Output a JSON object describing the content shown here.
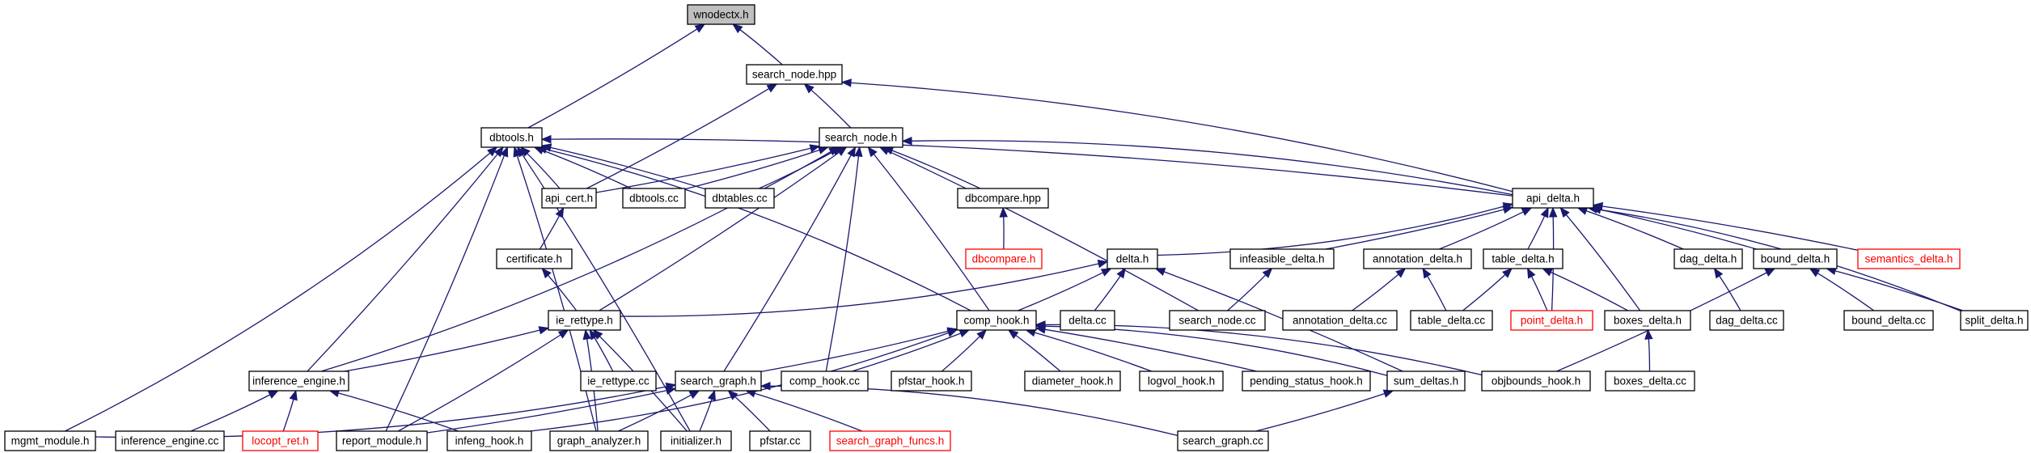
{
  "nodes": [
    {
      "id": "wnodectx",
      "label": "wnodectx.h",
      "kind": "root"
    },
    {
      "id": "search_node_hpp",
      "label": "search_node.hpp"
    },
    {
      "id": "dbtools_h",
      "label": "dbtools.h"
    },
    {
      "id": "search_node_h",
      "label": "search_node.h"
    },
    {
      "id": "api_cert",
      "label": "api_cert.h"
    },
    {
      "id": "dbtools_cc",
      "label": "dbtools.cc"
    },
    {
      "id": "dbtables",
      "label": "dbtables.cc"
    },
    {
      "id": "dbcompare_hpp",
      "label": "dbcompare.hpp"
    },
    {
      "id": "api_delta",
      "label": "api_delta.h"
    },
    {
      "id": "certificate",
      "label": "certificate.h"
    },
    {
      "id": "dbcompare_h",
      "label": "dbcompare.h",
      "kind": "undoc"
    },
    {
      "id": "delta_h",
      "label": "delta.h"
    },
    {
      "id": "infeasible",
      "label": "infeasible_delta.h"
    },
    {
      "id": "annotation",
      "label": "annotation_delta.h"
    },
    {
      "id": "table_delta_h",
      "label": "table_delta.h"
    },
    {
      "id": "dag_delta_h",
      "label": "dag_delta.h"
    },
    {
      "id": "bound_delta_h",
      "label": "bound_delta.h"
    },
    {
      "id": "semantics",
      "label": "semantics_delta.h",
      "kind": "undoc"
    },
    {
      "id": "ie_rettype",
      "label": "ie_rettype.h"
    },
    {
      "id": "comp_hook",
      "label": "comp_hook.h"
    },
    {
      "id": "delta_cc",
      "label": "delta.cc"
    },
    {
      "id": "search_node_cc",
      "label": "search_node.cc"
    },
    {
      "id": "annotation_cc",
      "label": "annotation_delta.cc"
    },
    {
      "id": "table_delta_cc",
      "label": "table_delta.cc"
    },
    {
      "id": "point_delta",
      "label": "point_delta.h",
      "kind": "undoc"
    },
    {
      "id": "boxes_delta_h",
      "label": "boxes_delta.h"
    },
    {
      "id": "dag_delta_cc",
      "label": "dag_delta.cc"
    },
    {
      "id": "bound_delta_cc",
      "label": "bound_delta.cc"
    },
    {
      "id": "split_delta",
      "label": "split_delta.h"
    },
    {
      "id": "inference_engine_h",
      "label": "inference_engine.h"
    },
    {
      "id": "ie_rettype_cc",
      "label": "ie_rettype.cc"
    },
    {
      "id": "search_graph_h",
      "label": "search_graph.h"
    },
    {
      "id": "comp_hook_cc",
      "label": "comp_hook.cc"
    },
    {
      "id": "pfstar_hook",
      "label": "pfstar_hook.h"
    },
    {
      "id": "diameter_hook",
      "label": "diameter_hook.h"
    },
    {
      "id": "logvol_hook",
      "label": "logvol_hook.h"
    },
    {
      "id": "pending_status",
      "label": "pending_status_hook.h"
    },
    {
      "id": "sum_deltas",
      "label": "sum_deltas.h"
    },
    {
      "id": "objbounds_hook",
      "label": "objbounds_hook.h"
    },
    {
      "id": "boxes_delta_cc",
      "label": "boxes_delta.cc"
    },
    {
      "id": "mgmt_module",
      "label": "mgmt_module.h"
    },
    {
      "id": "inference_engine_cc",
      "label": "inference_engine.cc"
    },
    {
      "id": "locopt_ret",
      "label": "locopt_ret.h",
      "kind": "undoc"
    },
    {
      "id": "report_module",
      "label": "report_module.h"
    },
    {
      "id": "infeng_hook",
      "label": "infeng_hook.h"
    },
    {
      "id": "graph_analyzer",
      "label": "graph_analyzer.h"
    },
    {
      "id": "initializer",
      "label": "initializer.h"
    },
    {
      "id": "pfstar_cc",
      "label": "pfstar.cc"
    },
    {
      "id": "search_graph_funcs",
      "label": "search_graph_funcs.h",
      "kind": "undoc"
    },
    {
      "id": "search_graph_cc",
      "label": "search_graph.cc"
    }
  ],
  "edges": [
    [
      "wnodectx",
      "search_node_hpp"
    ],
    [
      "wnodectx",
      "dbtools_h"
    ],
    [
      "search_node_hpp",
      "search_node_h"
    ],
    [
      "search_node_hpp",
      "api_cert"
    ],
    [
      "search_node_hpp",
      "api_delta"
    ],
    [
      "dbtools_h",
      "api_cert"
    ],
    [
      "dbtools_h",
      "dbtools_cc"
    ],
    [
      "dbtools_h",
      "dbtables"
    ],
    [
      "dbtools_h",
      "api_delta"
    ],
    [
      "dbtools_h",
      "comp_hook"
    ],
    [
      "dbtools_h",
      "inference_engine_h"
    ],
    [
      "dbtools_h",
      "mgmt_module"
    ],
    [
      "dbtools_h",
      "report_module"
    ],
    [
      "dbtools_h",
      "graph_analyzer"
    ],
    [
      "dbtools_h",
      "initializer"
    ],
    [
      "search_node_h",
      "api_cert"
    ],
    [
      "search_node_h",
      "dbtools_cc"
    ],
    [
      "search_node_h",
      "dbtables"
    ],
    [
      "search_node_h",
      "dbcompare_hpp"
    ],
    [
      "search_node_h",
      "api_delta"
    ],
    [
      "search_node_h",
      "search_node_cc"
    ],
    [
      "search_node_h",
      "ie_rettype"
    ],
    [
      "search_node_h",
      "inference_engine_h"
    ],
    [
      "search_node_h",
      "search_graph_h"
    ],
    [
      "search_node_h",
      "comp_hook_cc"
    ],
    [
      "search_node_h",
      "comp_hook"
    ],
    [
      "api_cert",
      "certificate"
    ],
    [
      "certificate",
      "ie_rettype"
    ],
    [
      "dbcompare_hpp",
      "dbcompare_h"
    ],
    [
      "api_delta",
      "delta_h"
    ],
    [
      "api_delta",
      "infeasible"
    ],
    [
      "api_delta",
      "annotation"
    ],
    [
      "api_delta",
      "table_delta_h"
    ],
    [
      "api_delta",
      "dag_delta_h"
    ],
    [
      "api_delta",
      "bound_delta_h"
    ],
    [
      "api_delta",
      "semantics"
    ],
    [
      "api_delta",
      "point_delta"
    ],
    [
      "api_delta",
      "boxes_delta_h"
    ],
    [
      "api_delta",
      "split_delta"
    ],
    [
      "delta_h",
      "ie_rettype"
    ],
    [
      "delta_h",
      "comp_hook"
    ],
    [
      "delta_h",
      "delta_cc"
    ],
    [
      "delta_h",
      "sum_deltas"
    ],
    [
      "infeasible",
      "search_node_cc"
    ],
    [
      "annotation",
      "annotation_cc"
    ],
    [
      "annotation",
      "table_delta_cc"
    ],
    [
      "table_delta_h",
      "table_delta_cc"
    ],
    [
      "table_delta_h",
      "point_delta"
    ],
    [
      "table_delta_h",
      "boxes_delta_h"
    ],
    [
      "dag_delta_h",
      "dag_delta_cc"
    ],
    [
      "bound_delta_h",
      "bound_delta_cc"
    ],
    [
      "bound_delta_h",
      "split_delta"
    ],
    [
      "bound_delta_h",
      "objbounds_hook"
    ],
    [
      "boxes_delta_h",
      "boxes_delta_cc"
    ],
    [
      "ie_rettype",
      "inference_engine_h"
    ],
    [
      "ie_rettype",
      "ie_rettype_cc"
    ],
    [
      "ie_rettype",
      "report_module"
    ],
    [
      "ie_rettype",
      "graph_analyzer"
    ],
    [
      "ie_rettype",
      "initializer"
    ],
    [
      "comp_hook",
      "search_graph_h"
    ],
    [
      "comp_hook",
      "comp_hook_cc"
    ],
    [
      "comp_hook",
      "pfstar_hook"
    ],
    [
      "comp_hook",
      "diameter_hook"
    ],
    [
      "comp_hook",
      "logvol_hook"
    ],
    [
      "comp_hook",
      "pending_status"
    ],
    [
      "comp_hook",
      "objbounds_hook"
    ],
    [
      "comp_hook",
      "sum_deltas"
    ],
    [
      "comp_hook",
      "infeng_hook"
    ],
    [
      "inference_engine_h",
      "inference_engine_cc"
    ],
    [
      "inference_engine_h",
      "locopt_ret"
    ],
    [
      "inference_engine_h",
      "infeng_hook"
    ],
    [
      "search_graph_h",
      "mgmt_module"
    ],
    [
      "search_graph_h",
      "report_module"
    ],
    [
      "search_graph_h",
      "graph_analyzer"
    ],
    [
      "search_graph_h",
      "initializer"
    ],
    [
      "search_graph_h",
      "pfstar_cc"
    ],
    [
      "search_graph_h",
      "search_graph_funcs"
    ],
    [
      "search_graph_h",
      "search_graph_cc"
    ],
    [
      "sum_deltas",
      "search_graph_cc"
    ]
  ]
}
